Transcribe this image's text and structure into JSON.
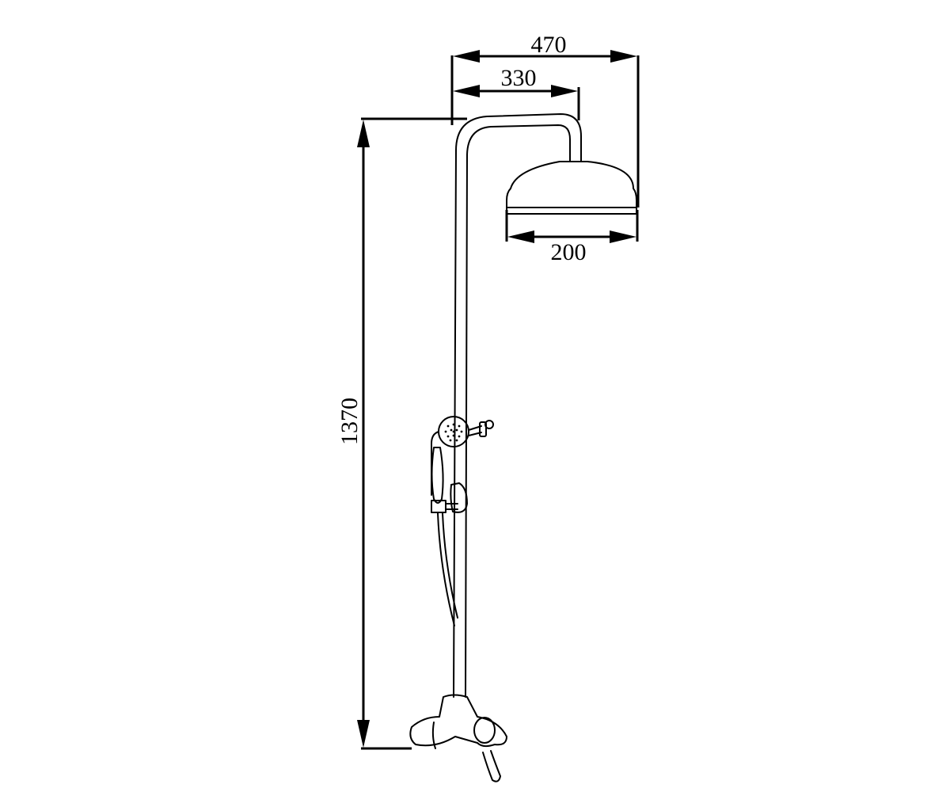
{
  "dimensions": {
    "overall_reach": "470",
    "arm_reach": "330",
    "head_diameter": "200",
    "overall_height": "1370"
  },
  "colors": {
    "ink": "#000000",
    "paper": "#ffffff"
  }
}
